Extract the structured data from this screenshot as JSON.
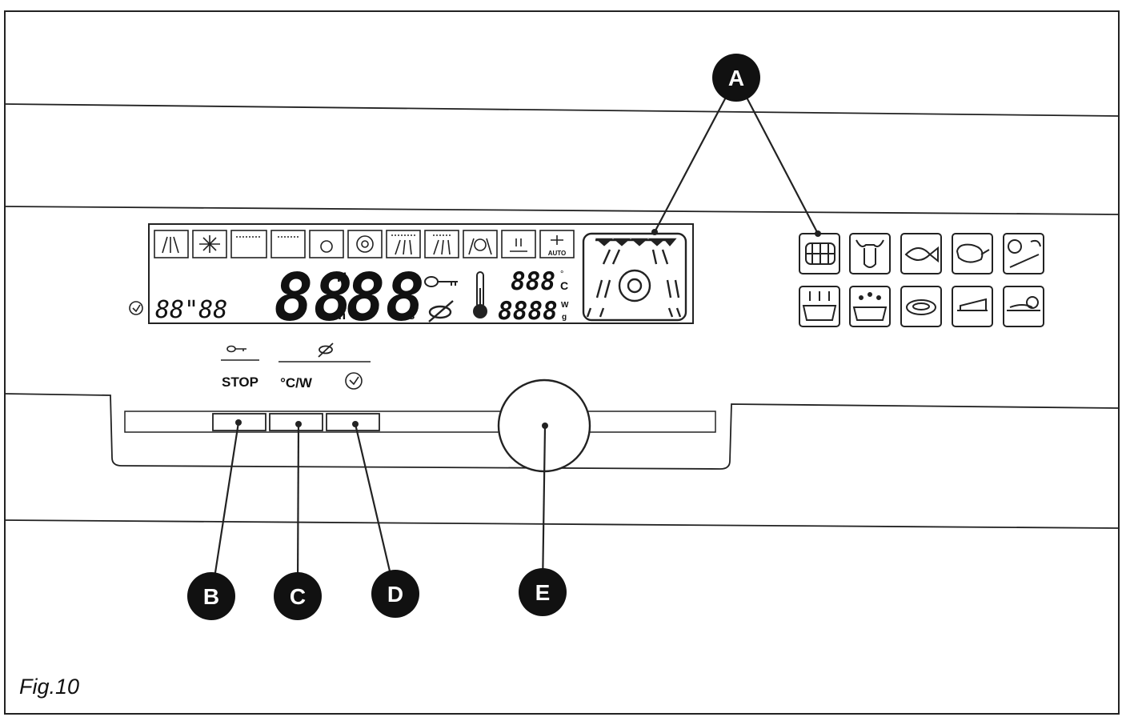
{
  "lcd": {
    "clock_digits": "88\"88",
    "main_hours": "88",
    "main_h_unit": "H",
    "main_m_unit": "m",
    "main_minutes": "88",
    "main_s_unit": "s",
    "temp_digits": "888",
    "temp_unit_top": "°",
    "temp_unit": "C",
    "power_digits": "8888",
    "power_unit_w": "W",
    "power_unit_g": "g",
    "auto_label": "AUTO"
  },
  "buttons": {
    "stop_label": "STOP",
    "temp_label": "°C/W"
  },
  "callouts": {
    "a": "A",
    "b": "B",
    "c": "C",
    "d": "D",
    "e": "E"
  },
  "figure_label": "Fig.10",
  "icons": {
    "mode_icons": [
      "top-bottom-heat-icon",
      "fan-defrost-icon",
      "bottom-heat-icon",
      "top-heat-icon",
      "fan-heat-icon",
      "fan-icon",
      "grill-full-icon",
      "grill-partial-icon",
      "fan-grill-icon",
      "warm-icon",
      "auto-program-icon"
    ],
    "food_icons_row1": [
      "grill-rack-icon",
      "beef-icon",
      "fish-icon",
      "poultry-icon",
      "vegetables-icon"
    ],
    "food_icons_row2": [
      "casserole-icon",
      "baking-icon",
      "pizza-icon",
      "cake-icon",
      "fruit-icon"
    ]
  }
}
